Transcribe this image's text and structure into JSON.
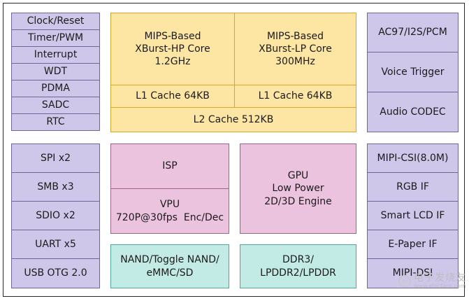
{
  "left_top_group": [
    "Clock/Reset",
    "Timer/PWM",
    "Interrupt",
    "WDT",
    "PDMA",
    "SADC",
    "RTC"
  ],
  "left_bottom_group": [
    "SPI x2",
    "SMB x3",
    "SDIO x2",
    "UART x5",
    "USB OTG 2.0"
  ],
  "cpu": {
    "hp_core": [
      "MIPS-Based",
      "XBurst-HP Core",
      "1.2GHz"
    ],
    "lp_core": [
      "MIPS-Based",
      "XBurst-LP Core",
      "300MHz"
    ],
    "hp_l1": "L1 Cache 64KB",
    "lp_l1": "L1 Cache 64KB",
    "l2": "L2 Cache 512KB"
  },
  "media": {
    "isp": "ISP",
    "vpu": [
      "VPU",
      "720P@30fps  Enc/Dec"
    ],
    "gpu": [
      "GPU",
      "Low Power",
      "2D/3D Engine"
    ]
  },
  "memory": {
    "nand": [
      "NAND/Toggle NAND/",
      "eMMC/SD"
    ],
    "ddr": [
      "DDR3/",
      "LPDDR2/LPDDR"
    ]
  },
  "right_top_group": [
    "AC97/I2S/PCM",
    "Voice Trigger",
    "Audio CODEC"
  ],
  "right_bottom_group": [
    "MIPI-CSI(8.0M)",
    "RGB IF",
    "Smart LCD IF",
    "E-Paper IF",
    "MIPI-DSI"
  ],
  "watermark": {
    "line1": "电子发烧友",
    "line2": "www.elecfans.com"
  },
  "colors": {
    "peripheral": "#cfc7ea",
    "cpu": "#fde6a3",
    "media": "#ecc3df",
    "memory": "#c3ebe5"
  }
}
